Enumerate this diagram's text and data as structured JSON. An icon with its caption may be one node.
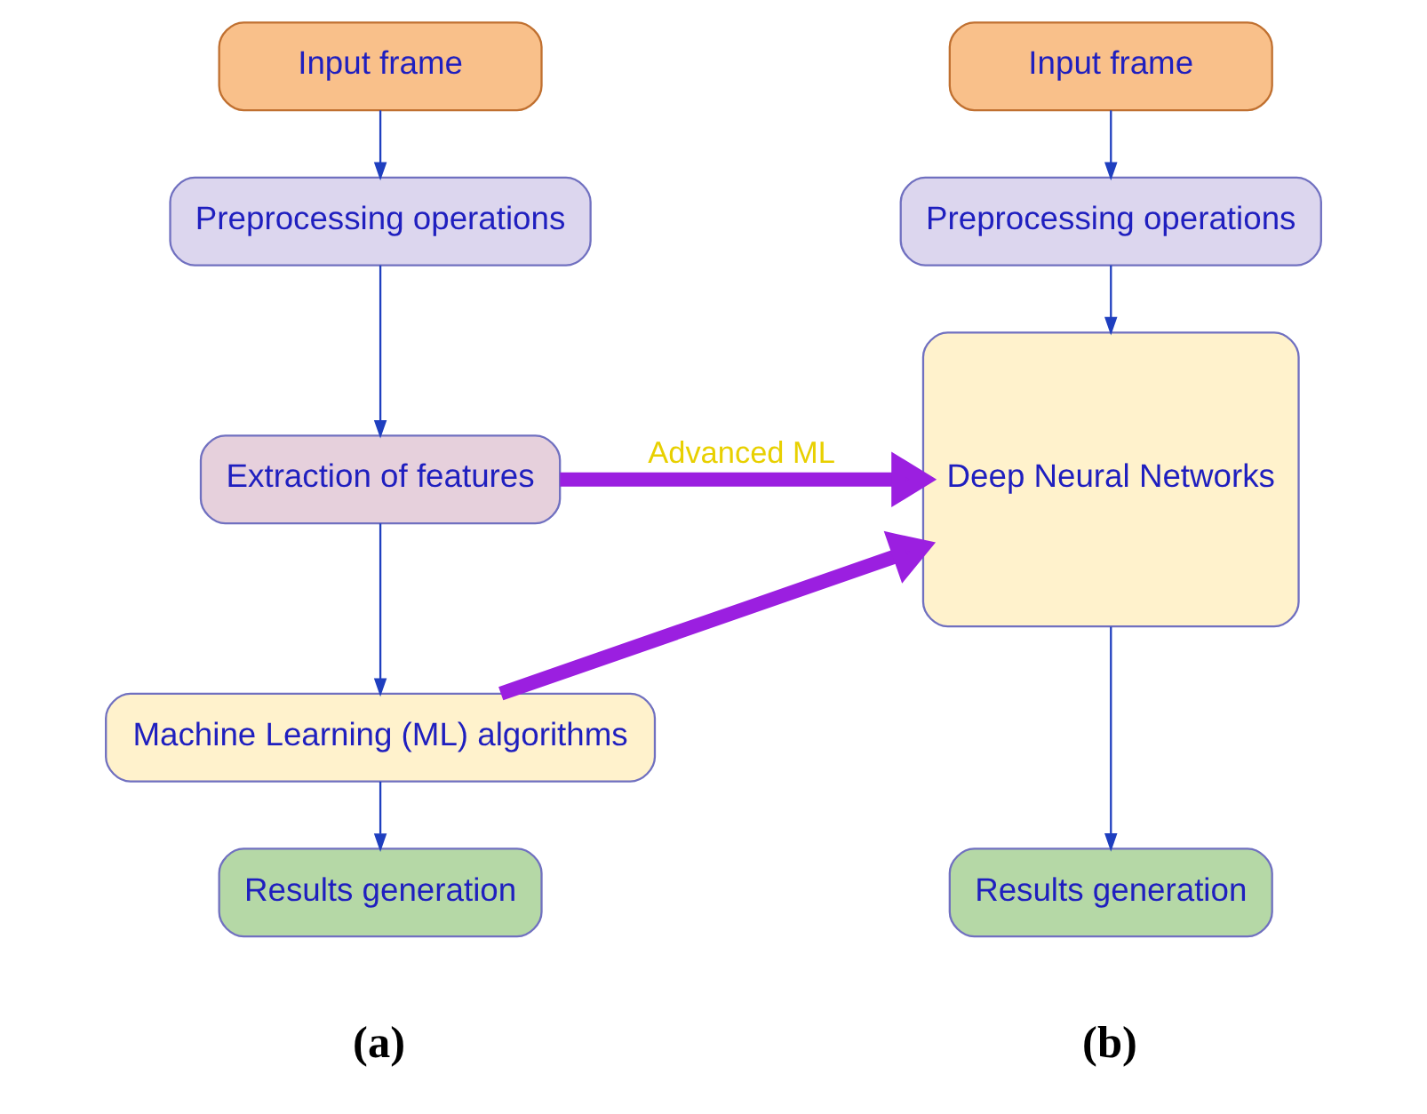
{
  "diagram": {
    "nodes": [
      {
        "text": [
          "Input frame"
        ]
      },
      {
        "text": [
          "Preprocessing operations"
        ]
      },
      {
        "text": [
          "Extraction of features"
        ]
      },
      {
        "text": [
          "Machine Learning (ML) algorithms"
        ]
      },
      {
        "text": [
          "Results generation"
        ]
      },
      {
        "text": [
          "Input frame"
        ]
      },
      {
        "text": [
          "Preprocessing operations"
        ]
      },
      {
        "text": [
          "Deep Neural Networks"
        ]
      },
      {
        "text": [
          "Results generation"
        ]
      }
    ],
    "edges": [
      {
        "from": 0,
        "to": 1,
        "arrow": "to"
      },
      {
        "from": 1,
        "to": 2,
        "arrow": "to"
      },
      {
        "from": 2,
        "to": 3,
        "arrow": "to"
      },
      {
        "from": 3,
        "to": 4,
        "arrow": "to"
      },
      {
        "from": 5,
        "to": 6,
        "arrow": "to"
      },
      {
        "from": 6,
        "to": 7,
        "arrow": "to"
      },
      {
        "from": 7,
        "to": 8,
        "arrow": "to"
      },
      {
        "from": 2,
        "to": 7,
        "arrow": "to",
        "label": "Advanced ML",
        "style": "thick",
        "color": "#9b1fe0"
      },
      {
        "from": 3,
        "to": 7,
        "arrow": "to",
        "style": "thick",
        "color": "#9b1fe0"
      }
    ],
    "labels": [
      "(a)",
      "(b)"
    ]
  }
}
